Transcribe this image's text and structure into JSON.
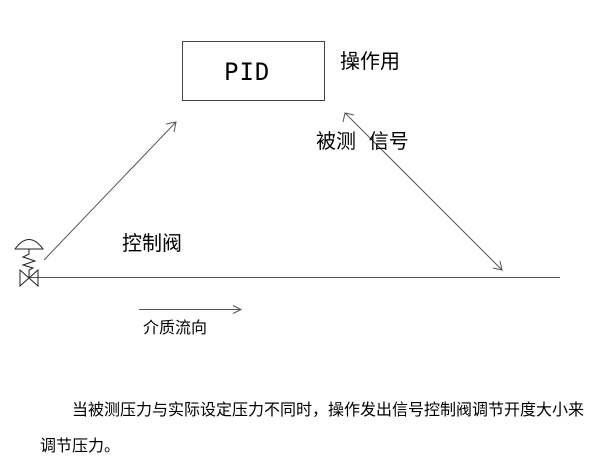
{
  "diagram": {
    "controller_label": "PID",
    "operation_label": "操作用",
    "measured_signal_label": "被测  信号",
    "valve_label": "控制阀",
    "flow_label": "介质流向"
  },
  "caption": {
    "text": "当被测压力与实际设定压力不同时，操作发出信号控制阀调节开度大小来调节压力。"
  }
}
